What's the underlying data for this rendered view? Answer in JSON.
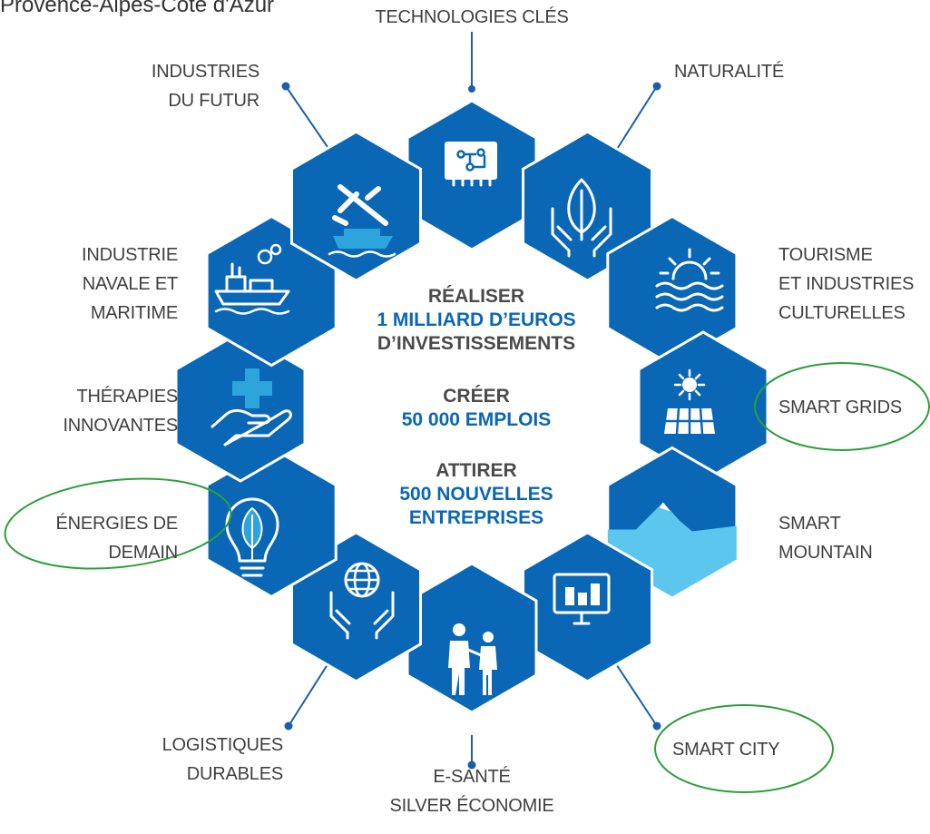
{
  "header_fragment": "Provence-Alpes-Côte d'Azur",
  "palette": {
    "hex": "#0a67b5",
    "line": "#1a5fa8",
    "text": "#3f3f3f",
    "highlight": "#2e9e3a"
  },
  "center": [
    {
      "verb": "RÉALISER",
      "line1": "1 MILLIARD D’EUROS",
      "line2": "D’INVESTISSEMENTS"
    },
    {
      "verb": "CRÉER",
      "line1": "50 000 EMPLOIS"
    },
    {
      "verb": "ATTIRER",
      "line1": "500 NOUVELLES",
      "line2": "ENTREPRISES"
    }
  ],
  "sectors": [
    {
      "id": "technologies-cles",
      "label": [
        "TECHNOLOGIES CLÉS"
      ],
      "icon": "circuit-board-icon"
    },
    {
      "id": "naturalite",
      "label": [
        "NATURALITÉ"
      ],
      "icon": "leaf-in-hands-icon"
    },
    {
      "id": "tourisme",
      "label": [
        "TOURISME",
        "ET INDUSTRIES",
        "CULTURELLES"
      ],
      "icon": "sunset-over-sea-icon"
    },
    {
      "id": "smart-grids",
      "label": [
        "SMART GRIDS"
      ],
      "icon": "solar-panel-icon",
      "circled": true
    },
    {
      "id": "smart-mountain",
      "label": [
        "SMART",
        "MOUNTAIN"
      ],
      "icon": "mountain-icon"
    },
    {
      "id": "smart-city",
      "label": [
        "SMART CITY"
      ],
      "icon": "monitor-city-icon",
      "circled": true
    },
    {
      "id": "e-sante",
      "label": [
        "E-SANTÉ",
        "SILVER ÉCONOMIE"
      ],
      "icon": "caregiver-icon"
    },
    {
      "id": "logistiques",
      "label": [
        "LOGISTIQUES",
        "DURABLES"
      ],
      "icon": "globe-in-hands-icon"
    },
    {
      "id": "energies",
      "label": [
        "ÉNERGIES DE",
        "DEMAIN"
      ],
      "icon": "eco-bulb-icon",
      "circled": true
    },
    {
      "id": "therapies",
      "label": [
        "THÉRAPIES",
        "INNOVANTES"
      ],
      "icon": "medical-cross-hand-icon"
    },
    {
      "id": "industrie-navale",
      "label": [
        "INDUSTRIE",
        "NAVALE ET",
        "MARITIME"
      ],
      "icon": "factory-ship-icon"
    },
    {
      "id": "industries-futur",
      "label": [
        "INDUSTRIES",
        "DU FUTUR"
      ],
      "icon": "plane-ship-icon"
    }
  ]
}
